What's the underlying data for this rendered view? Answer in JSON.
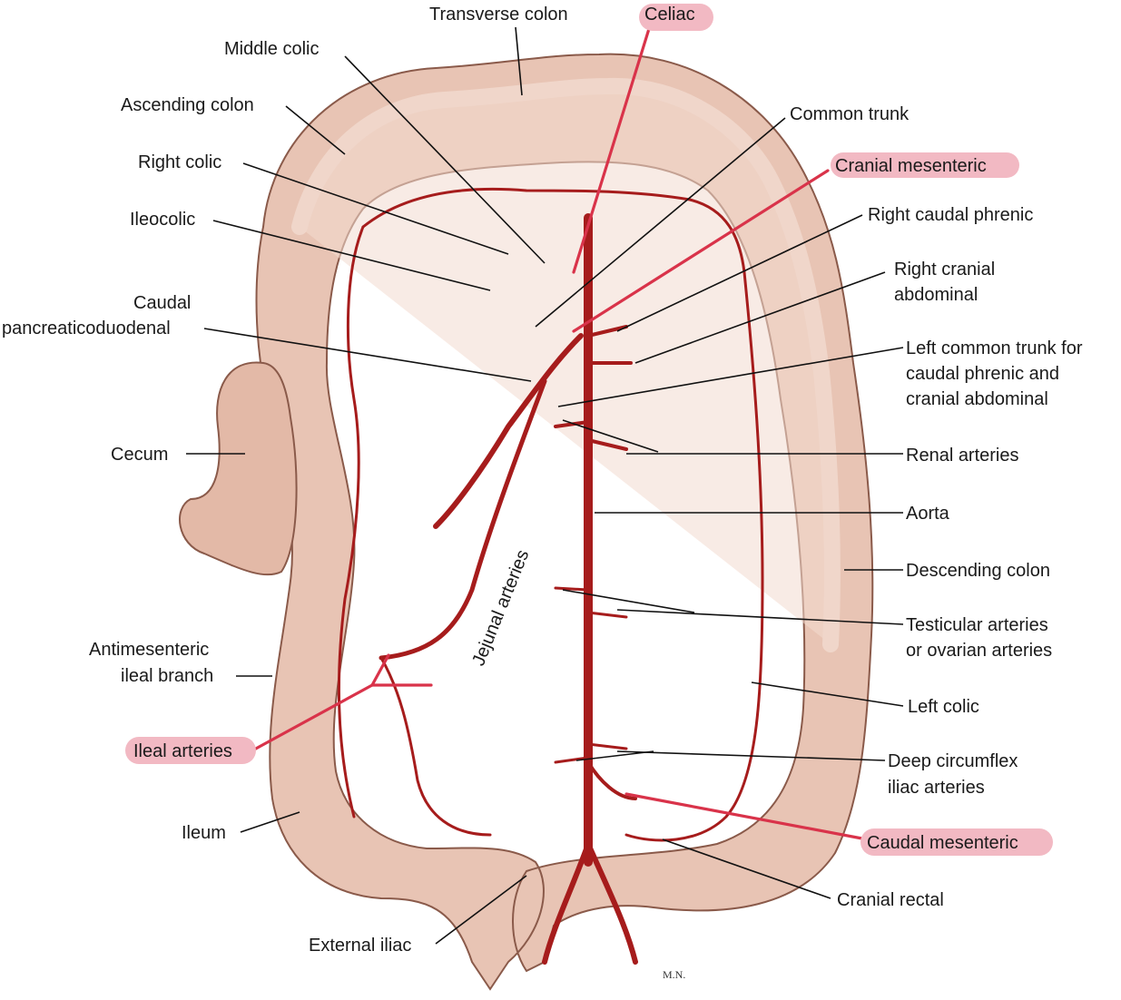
{
  "labels": {
    "transverse_colon": "Transverse colon",
    "celiac": "Celiac",
    "middle_colic": "Middle colic",
    "ascending_colon": "Ascending colon",
    "common_trunk": "Common trunk",
    "right_colic": "Right colic",
    "cranial_mesenteric": "Cranial mesenteric",
    "ileocolic": "Ileocolic",
    "right_caudal_phrenic": "Right caudal phrenic",
    "right_cranial_abdominal_1": "Right cranial",
    "right_cranial_abdominal_2": "abdominal",
    "caudal_pd_1": "Caudal",
    "caudal_pd_2": "pancreaticoduodenal",
    "left_common_trunk_1": "Left common trunk for",
    "left_common_trunk_2": "caudal phrenic and",
    "left_common_trunk_3": "cranial abdominal",
    "cecum": "Cecum",
    "renal_arteries": "Renal arteries",
    "aorta": "Aorta",
    "jejunal_arteries": "Jejunal arteries",
    "descending_colon": "Descending colon",
    "testicular_1": "Testicular arteries",
    "testicular_2": "or ovarian arteries",
    "antimesenteric_1": "Antimesenteric",
    "antimesenteric_2": "ileal branch",
    "left_colic": "Left colic",
    "ileal_arteries": "Ileal arteries",
    "deep_circumflex_1": "Deep circumflex",
    "deep_circumflex_2": "iliac arteries",
    "ileum": "Ileum",
    "caudal_mesenteric": "Caudal mesenteric",
    "cranial_rectal": "Cranial rectal",
    "external_iliac": "External iliac",
    "signature": "M.N."
  },
  "colors": {
    "highlight_fill": "#f2b9c3",
    "highlight_line": "#d9334a",
    "artery": "#a61c1c",
    "intestine": "#e8c4b4"
  }
}
